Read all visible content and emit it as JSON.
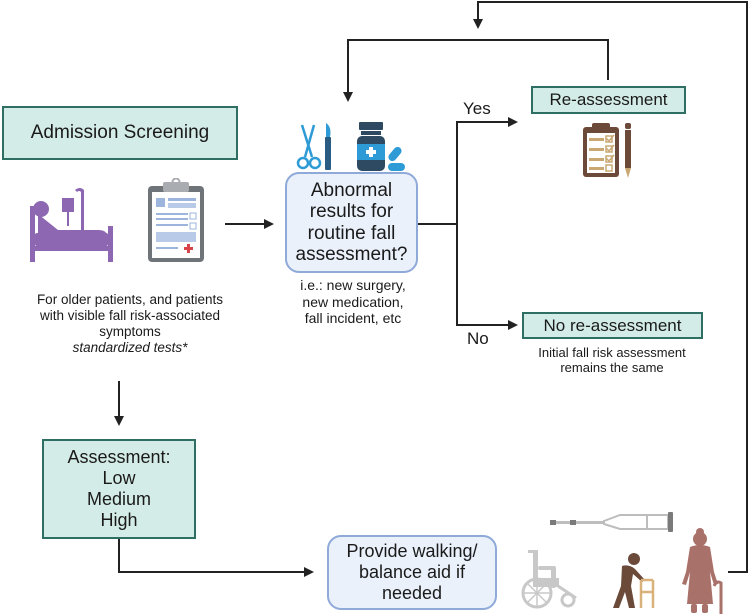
{
  "nodes": {
    "admission": {
      "label": "Admission Screening"
    },
    "admission_note": {
      "lines": [
        "For older patients, and patients",
        "with visible fall risk-associated",
        "symptoms"
      ],
      "italic": "standardized tests*"
    },
    "abnormal": {
      "lines": [
        "Abnormal",
        "results for",
        "routine fall",
        "assessment?"
      ]
    },
    "abnormal_note": {
      "lines": [
        "i.e.: new surgery,",
        "new medication,",
        "fall incident, etc"
      ]
    },
    "reassessment": {
      "label": "Re-assessment"
    },
    "no_reassessment": {
      "label": "No re-assessment"
    },
    "no_reassessment_note": {
      "lines": [
        "Initial fall risk assessment",
        "remains the same"
      ]
    },
    "assessment": {
      "lines": [
        "Assessment:",
        "Low",
        "Medium",
        "High"
      ]
    },
    "provide_aid": {
      "lines": [
        "Provide walking/",
        "balance aid if",
        "needed"
      ]
    }
  },
  "edge_labels": {
    "yes": "Yes",
    "no": "No"
  },
  "icons": [
    "hospital-bed-patient-icon",
    "medical-clipboard-icon",
    "surgical-scissors-icon",
    "scalpel-icon",
    "medicine-bottle-icon",
    "pills-icon",
    "checklist-clipboard-icon",
    "pencil-icon",
    "crutch-icon",
    "wheelchair-icon",
    "elderly-with-walker-icon",
    "elderly-woman-with-cane-icon"
  ],
  "colors": {
    "green_box_fill": "#d4ece7",
    "green_box_border": "#2f6e62",
    "blue_box_fill": "#eaf1fb",
    "blue_box_border": "#8fa9d8",
    "arrow": "#222222",
    "purple_icon": "#8e67b3",
    "brown_icon": "#6b4a3a",
    "rose_icon": "#a8716a",
    "grey_icon": "#c8c8c8",
    "blue_icon": "#2f9bd6"
  }
}
